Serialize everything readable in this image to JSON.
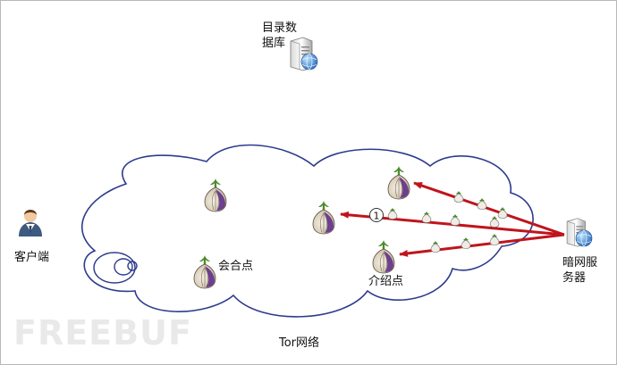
{
  "labels": {
    "directory_db": "目录数据库",
    "client": "客户端",
    "meeting_point": "会合点",
    "intro_point": "介绍点",
    "hidden_server": "暗网服务器",
    "tor_network": "Tor网络",
    "step_marker": "1"
  },
  "watermark": "FREEBUF",
  "colors": {
    "cloud_stroke": "#2e3b8e",
    "arrow": "#c0141c",
    "onion_purple": "#6c3f8f",
    "onion_light": "#e6dcc8",
    "onion_stem": "#4a8a2a"
  },
  "icons": [
    "database-server-icon",
    "user-icon",
    "onion-router-icon",
    "server-icon",
    "globe-icon"
  ]
}
